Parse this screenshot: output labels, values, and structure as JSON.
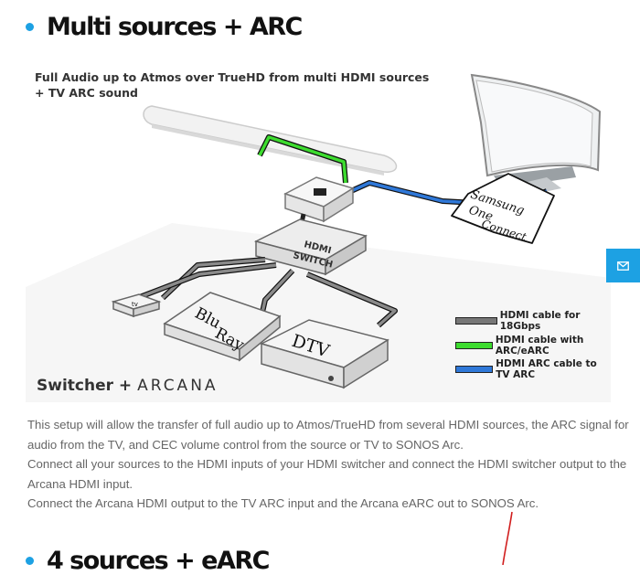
{
  "page": {
    "heading_1": "Multi sources + ARC",
    "heading_2": "4 sources + eARC"
  },
  "diagram": {
    "caption_line_1": "Full Audio up to Atmos over TrueHD from multi HDMI sources",
    "caption_line_2": "+ TV ARC sound",
    "switch_label_1": "HDMI",
    "switch_label_2": "SWITCH",
    "appletv_label": "tv",
    "bluray_annotation_1": "Blu",
    "bluray_annotation_2": "Ray",
    "dtv_annotation": "DTV",
    "tv_annotation_1": "Samsung",
    "tv_annotation_2": "One",
    "tv_annotation_3": "Connect",
    "brand_text": "Switcher +",
    "brand_logo": "ARCANA",
    "legend": [
      {
        "label": "HDMI cable for 18Gbps",
        "color": "#777777"
      },
      {
        "label": "HDMI cable with ARC/eARC",
        "color": "#3ddc2f"
      },
      {
        "label": "HDMI ARC cable to TV ARC",
        "color": "#2f78d8"
      }
    ]
  },
  "description": {
    "line_1": "This setup will allow the transfer of full audio up to Atmos/TrueHD from several HDMI sources, the ARC signal for audio from the TV, and CEC volume control from the source or TV to SONOS Arc.",
    "line_2": "Connect all your sources to the HDMI inputs of your HDMI switcher and connect the HDMI switcher output to the Arcana HDMI input.",
    "line_3": "Connect the Arcana HDMI output to the TV ARC input and the Arcana eARC out to SONOS Arc."
  },
  "side_tab": {
    "icon": "mail-icon",
    "color": "#1da1e3"
  }
}
